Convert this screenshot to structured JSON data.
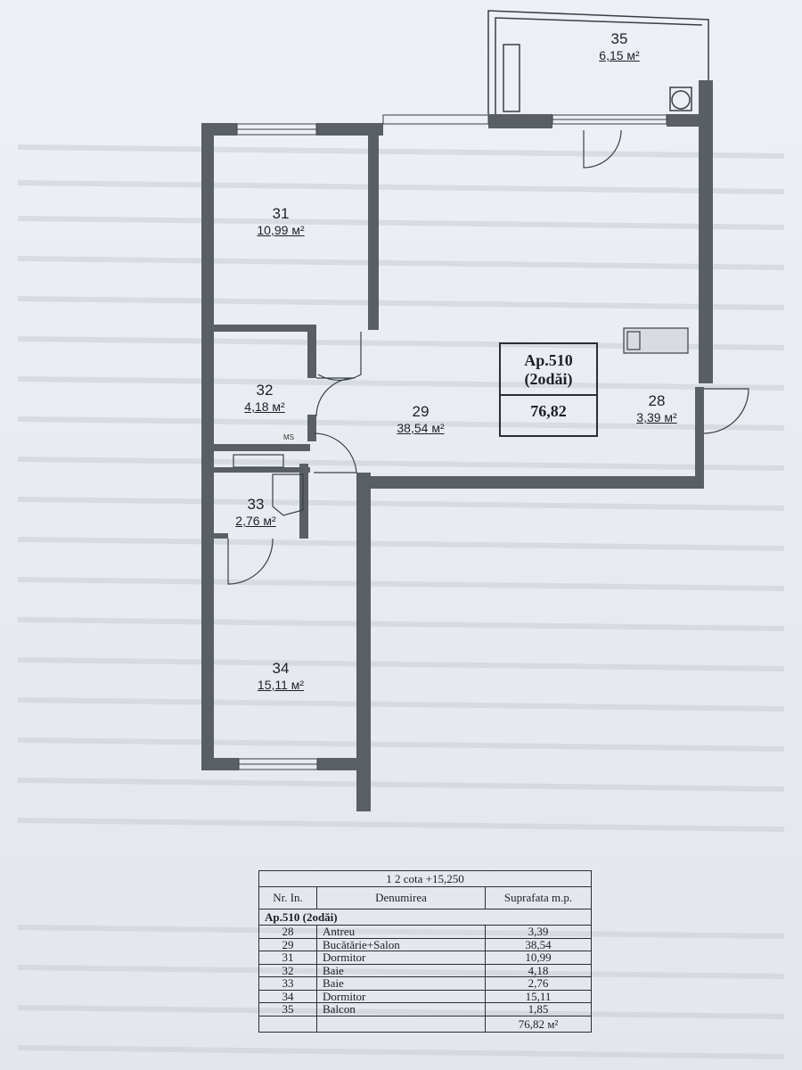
{
  "rooms": [
    {
      "number": "35",
      "area": "6,15 м²"
    },
    {
      "number": "31",
      "area": "10,99 м²"
    },
    {
      "number": "32",
      "area": "4,18 м²"
    },
    {
      "number": "29",
      "area": "38,54 м²"
    },
    {
      "number": "28",
      "area": "3,39 м²"
    },
    {
      "number": "33",
      "area": "2,76 м²"
    },
    {
      "number": "34",
      "area": "15,11 м²"
    }
  ],
  "apartment_box": {
    "name": "Ap.510",
    "rooms": "(2odăi)",
    "total": "76,82"
  },
  "plan_note": "MS",
  "table": {
    "caption": "1 2 cota +15,250",
    "headers": {
      "number": "Nr. In.",
      "name": "Denumirea",
      "area": "Suprafata m.p."
    },
    "apartment": "Ap.510  (2odăi)",
    "rows": [
      {
        "number": "28",
        "name": "Antreu",
        "area": "3,39"
      },
      {
        "number": "29",
        "name": "Bucătărie+Salon",
        "area": "38,54"
      },
      {
        "number": "31",
        "name": "Dormitor",
        "area": "10,99"
      },
      {
        "number": "32",
        "name": "Baie",
        "area": "4,18"
      },
      {
        "number": "33",
        "name": "Baie",
        "area": "2,76"
      },
      {
        "number": "34",
        "name": "Dormitor",
        "area": "15,11"
      },
      {
        "number": "35",
        "name": "Balcon",
        "area": "1,85"
      }
    ],
    "total": "76,82 м²"
  }
}
